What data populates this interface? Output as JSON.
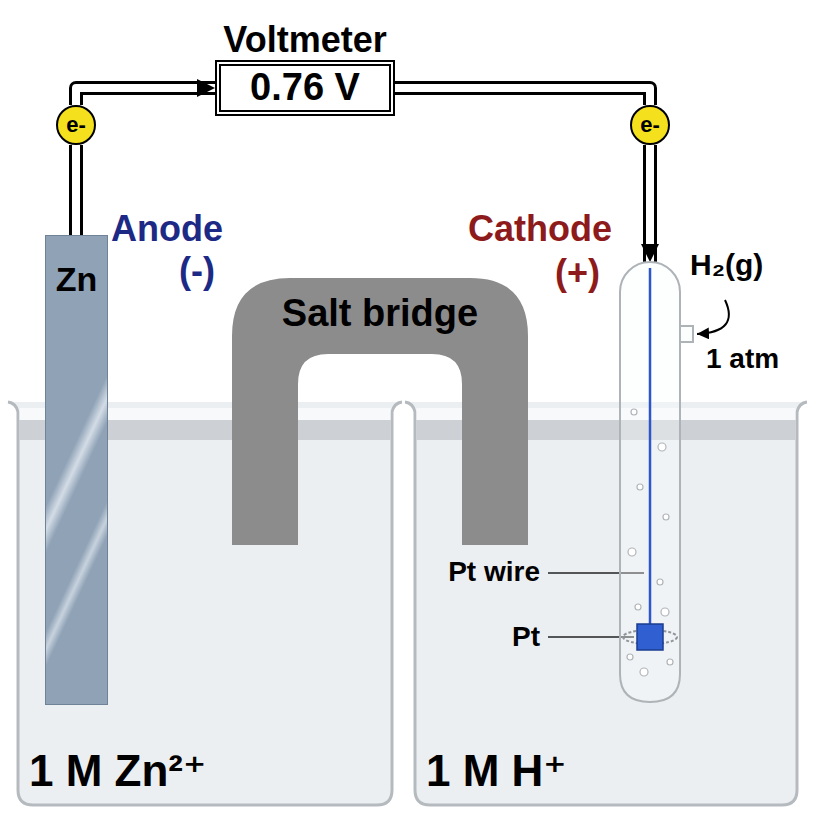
{
  "diagram": {
    "nodes": [
      {
        "text": [
          "Voltmeter",
          "0.76 V"
        ]
      },
      {
        "text": [
          "e-"
        ]
      },
      {
        "text": [
          "e-"
        ]
      },
      {
        "text": [
          "Zn",
          "Anode",
          "(-)"
        ]
      },
      {
        "text": [
          "Cathode",
          "(+)"
        ]
      },
      {
        "text": [
          "Salt bridge"
        ]
      },
      {
        "text": [
          "1 M Zn²⁺"
        ]
      },
      {
        "text": [
          "1 M H⁺"
        ]
      }
    ],
    "edges": [
      {
        "from": 3,
        "to": 1,
        "arrow": "none"
      },
      {
        "from": 1,
        "to": 0,
        "arrow": "to"
      },
      {
        "from": 0,
        "to": 2,
        "arrow": "none"
      },
      {
        "from": 2,
        "to": 4,
        "arrow": "to"
      }
    ],
    "labels": [
      "H₂(g)",
      "1 atm",
      "Pt wire",
      "Pt"
    ]
  }
}
